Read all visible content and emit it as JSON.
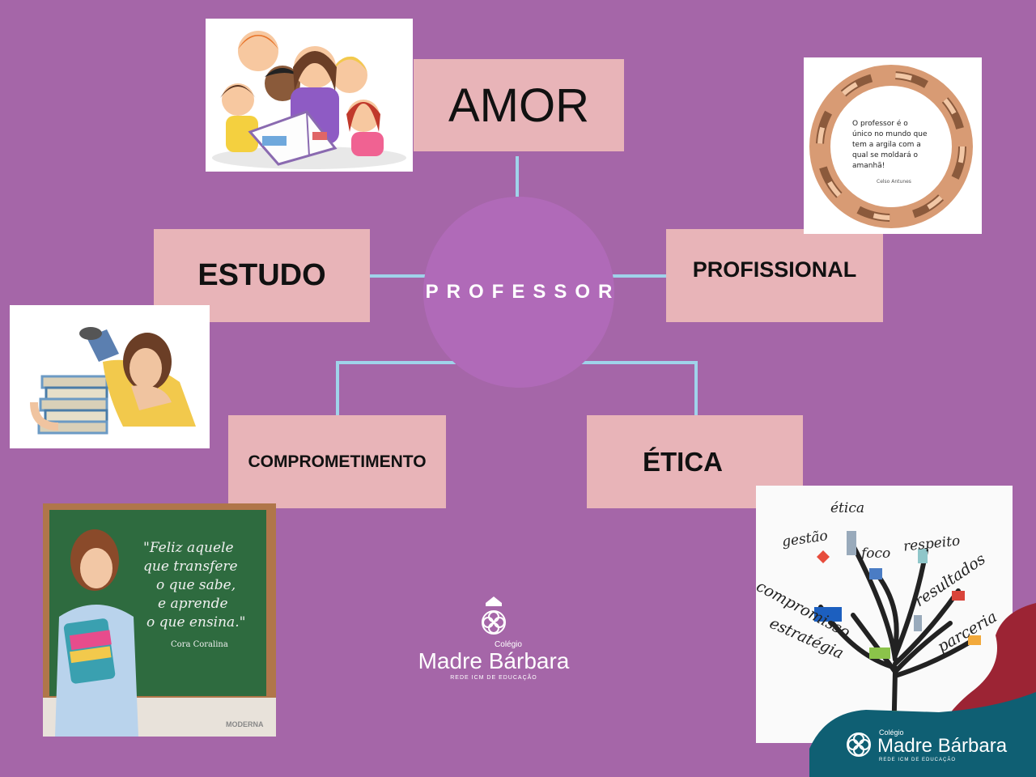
{
  "center": {
    "label": "PROFESSOR"
  },
  "nodes": {
    "amor": "AMOR",
    "estudo": "ESTUDO",
    "profissional": "PROFISSIONAL",
    "comprometimento": "COMPROMETIMENTO",
    "etica": "ÉTICA"
  },
  "hands_quote": {
    "line1": "O professor é o",
    "line2": "único no mundo que",
    "line3": "tem a argila com a",
    "line4": "qual se moldará o",
    "line5": "amanhã!",
    "author": "Celso Antunes"
  },
  "chalkboard": {
    "line1": "\"Feliz aquele",
    "line2": "que transfere",
    "line3": "o que sabe,",
    "line4": "e aprende",
    "line5": "o que ensina.\"",
    "author": "Cora Coralina",
    "brand": "MODERNA"
  },
  "tree_words": {
    "etica": "ética",
    "gestao": "gestão",
    "foco": "foco",
    "respeito": "respeito",
    "compromisso": "compromisso",
    "resultados": "resultados",
    "estrategia": "estratégia",
    "parceria": "parceria"
  },
  "logo_center": {
    "small": "Colégio",
    "name": "Madre Bárbara",
    "tagline": "REDE ICM DE EDUCAÇÃO"
  },
  "logo_corner": {
    "small": "Colégio",
    "name": "Madre Bárbara",
    "tagline": "REDE ICM DE EDUCAÇÃO"
  },
  "colors": {
    "background": "#a566a8",
    "box": "#e8b4b8",
    "circle": "#b06ab8",
    "connector": "#9fd3ea",
    "corner_teal": "#0f5f73",
    "corner_red": "#9c2434"
  }
}
